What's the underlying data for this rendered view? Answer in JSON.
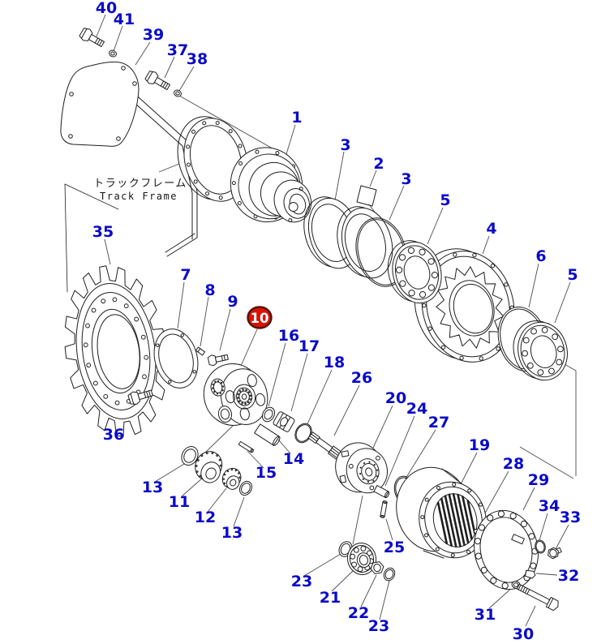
{
  "diagram": {
    "type": "exploded-parts-diagram",
    "track_frame_label_jp": "トラックフレーム",
    "track_frame_label_en": "Track Frame",
    "highlighted_callout": "10",
    "label_color": "#0a0ac8",
    "highlight_fill": "#da1200",
    "highlight_text_color": "#ffffff",
    "line_color": "#1e1e1e",
    "background_color": "#ffffff",
    "callouts": [
      {
        "label": "40",
        "highlighted": false
      },
      {
        "label": "41",
        "highlighted": false
      },
      {
        "label": "39",
        "highlighted": false
      },
      {
        "label": "37",
        "highlighted": false
      },
      {
        "label": "38",
        "highlighted": false
      },
      {
        "label": "1",
        "highlighted": false
      },
      {
        "label": "3",
        "highlighted": false
      },
      {
        "label": "2",
        "highlighted": false
      },
      {
        "label": "3",
        "highlighted": false
      },
      {
        "label": "5",
        "highlighted": false
      },
      {
        "label": "4",
        "highlighted": false
      },
      {
        "label": "6",
        "highlighted": false
      },
      {
        "label": "5",
        "highlighted": false
      },
      {
        "label": "35",
        "highlighted": false
      },
      {
        "label": "7",
        "highlighted": false
      },
      {
        "label": "8",
        "highlighted": false
      },
      {
        "label": "9",
        "highlighted": false
      },
      {
        "label": "10",
        "highlighted": true
      },
      {
        "label": "16",
        "highlighted": false
      },
      {
        "label": "17",
        "highlighted": false
      },
      {
        "label": "18",
        "highlighted": false
      },
      {
        "label": "26",
        "highlighted": false
      },
      {
        "label": "20",
        "highlighted": false
      },
      {
        "label": "24",
        "highlighted": false
      },
      {
        "label": "27",
        "highlighted": false
      },
      {
        "label": "19",
        "highlighted": false
      },
      {
        "label": "28",
        "highlighted": false
      },
      {
        "label": "29",
        "highlighted": false
      },
      {
        "label": "34",
        "highlighted": false
      },
      {
        "label": "33",
        "highlighted": false
      },
      {
        "label": "32",
        "highlighted": false
      },
      {
        "label": "31",
        "highlighted": false
      },
      {
        "label": "30",
        "highlighted": false
      },
      {
        "label": "36",
        "highlighted": false
      },
      {
        "label": "13",
        "highlighted": false
      },
      {
        "label": "11",
        "highlighted": false
      },
      {
        "label": "12",
        "highlighted": false
      },
      {
        "label": "13",
        "highlighted": false
      },
      {
        "label": "15",
        "highlighted": false
      },
      {
        "label": "14",
        "highlighted": false
      },
      {
        "label": "23",
        "highlighted": false
      },
      {
        "label": "21",
        "highlighted": false
      },
      {
        "label": "22",
        "highlighted": false
      },
      {
        "label": "23",
        "highlighted": false
      },
      {
        "label": "25",
        "highlighted": false
      }
    ]
  }
}
